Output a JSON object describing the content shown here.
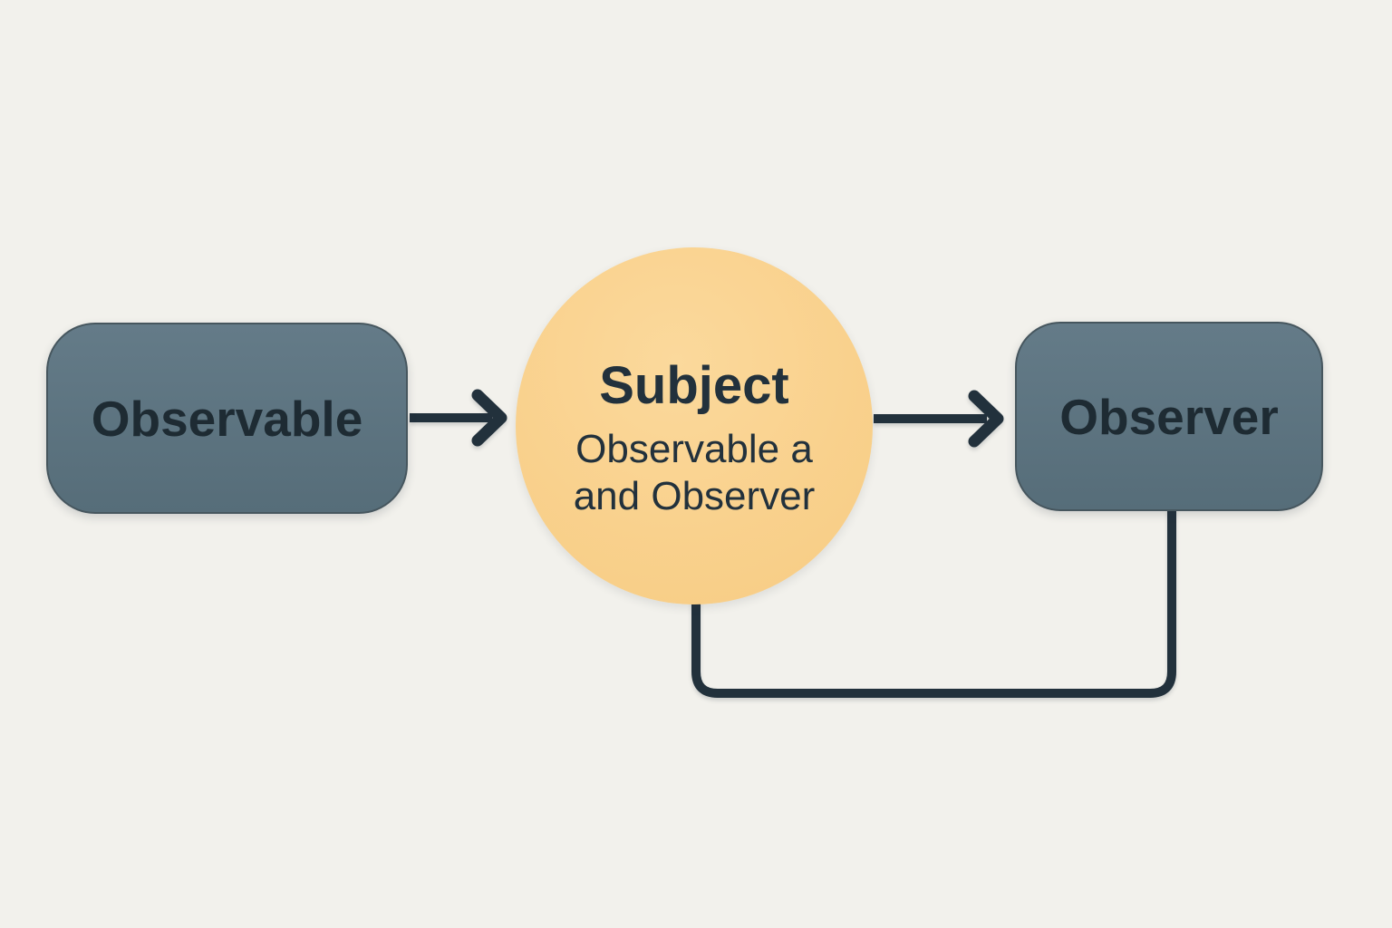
{
  "diagram": {
    "nodes": {
      "observable": {
        "label": "Observable",
        "shape": "rounded-rect"
      },
      "subject": {
        "title": "Subject",
        "subtitle_lines": [
          "Observable a",
          "and Observer"
        ],
        "shape": "circle"
      },
      "observer": {
        "label": "Observer",
        "shape": "rounded-rect"
      }
    },
    "edges": [
      {
        "from": "observable",
        "to": "subject",
        "type": "arrow"
      },
      {
        "from": "subject",
        "to": "observer",
        "type": "arrow"
      },
      {
        "from": "observer",
        "to": "subject",
        "type": "elbow-connector"
      }
    ]
  },
  "colors": {
    "background": "#f2f1ec",
    "node_fill_top": "#647b88",
    "node_fill_bottom": "#566d79",
    "node_border": "#46565e",
    "node_text": "#1e2b33",
    "subject_fill": "#f9d18d",
    "subject_fill_light": "#fbd99c",
    "subject_fill_dark": "#f7cc83",
    "connector": "#22313c"
  }
}
